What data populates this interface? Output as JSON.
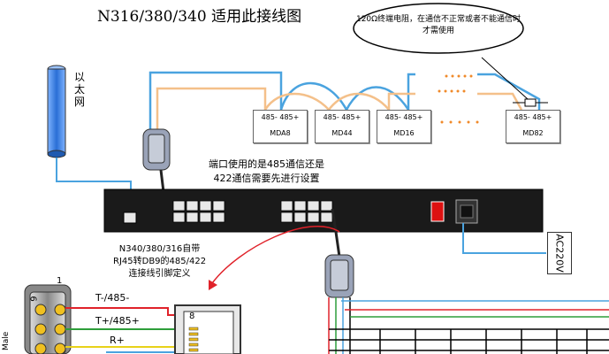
{
  "title": "N316/380/340 适用此接线图",
  "ethernet_label": "以太网",
  "modules": [
    {
      "name": "MDA8",
      "pin_minus": "485-",
      "pin_plus": "485+"
    },
    {
      "name": "MD44",
      "pin_minus": "485-",
      "pin_plus": "485+"
    },
    {
      "name": "MD16",
      "pin_minus": "485-",
      "pin_plus": "485+"
    },
    {
      "name": "MD82",
      "pin_minus": "485-",
      "pin_plus": "485+"
    }
  ],
  "resistor_note": "120Ω终端电阻，在通信不正常或者不能通信时才需使用",
  "port_note": "端口使用的是485通信还是\n422通信需要先进行设置",
  "rj45_note": "N340/380/316自带\nRJ45转DB9的485/422\n连接线引脚定义",
  "power_label": "AC220V",
  "db9": {
    "gender_label": "Male",
    "pin_top": "1",
    "pin_bottom": "9"
  },
  "rj45_pin_label": "8",
  "wires": [
    {
      "label": "T-/485-"
    },
    {
      "label": "T+/485+"
    },
    {
      "label": "R+"
    }
  ],
  "colors": {
    "device_body": "#1a1a1a",
    "wire_blue": "#4aa3df",
    "wire_peach": "#f4c08a",
    "wire_red": "#e0222a",
    "wire_green": "#2e9e3a",
    "wire_yellow": "#e8d21a",
    "port_white": "#e8e8e8",
    "ethernet_pole": "#2a6fd6"
  }
}
